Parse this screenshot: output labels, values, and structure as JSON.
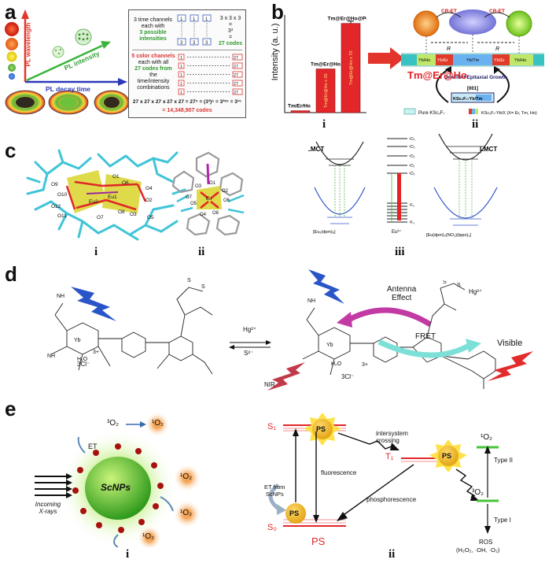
{
  "panel_a": {
    "letter": "a",
    "y_axis": "PL wavelength",
    "x_axis": "PL decay time",
    "intensity_label": "PL intensity",
    "box": {
      "time_line1": "3 time channels",
      "time_line2": "each with",
      "time_line3": "3 possible",
      "time_line4": "intensities",
      "grid_value": "1",
      "grid_value_3": "3",
      "grid_eq1": "3 x 3 x 3",
      "grid_eq2": "=",
      "grid_eq3": "3³",
      "grid_eq4": "=",
      "grid_eq5": "27 codes",
      "color_line1": "5 color channels",
      "color_line2": "each with all",
      "color_line3": "27 codes from",
      "color_line4": "the",
      "color_line5": "time/intensity",
      "color_line6": "combinations",
      "cell_1": "1",
      "cell_27": "27",
      "formula": "27 x 27 x 27 x 27 x 27 = 27⁵ = (3³)⁵ = 3³ˣ⁵ = 3¹⁵",
      "result": "= 14,348,907 codes"
    }
  },
  "panel_b": {
    "letter": "b",
    "y_label": "Intensity (a. u.)",
    "bars": [
      {
        "top_label": "Tm/Er/Ho",
        "inner_label": "",
        "value": 0.02
      },
      {
        "top_label": "Tm@Er@Ho",
        "inner_label": "Tm@Er@Ho x 20",
        "value": 0.47
      },
      {
        "top_label": "Tm@Er@Ho@Pure",
        "inner_label": "Tm@Er@Ho x 70",
        "value": 0.96
      }
    ],
    "sub_i": "i",
    "sub_ii": "ii",
    "product": "Tm@Er@Ho",
    "crystal_top": "CR-ET",
    "crystal_seg1": "Yb/Ho",
    "crystal_seg2": "Yb/Er",
    "crystal_seg3": "Yb/Tm",
    "crystal_seg4": "Yb/Er",
    "crystal_seg5": "Yb/Ho",
    "r_label": "R",
    "growth": "Oriented Epitaxial Growth",
    "direction": "[001]",
    "seed": "KSc₂F₇:Yb/Tm",
    "legend_pure": "Pure KSc₂F₇",
    "legend_doped": "KSc₂F₇:Yb/X (X= Er, Tm, Ho)"
  },
  "panel_c": {
    "letter": "c",
    "sub_i": "i",
    "sub_ii": "ii",
    "sub_iii": "iii",
    "atoms_i": [
      "O9",
      "O10",
      "O12",
      "O11",
      "Eu2",
      "Eu1",
      "O1",
      "O6",
      "O4",
      "O2",
      "O8",
      "O3",
      "O7",
      "O5"
    ],
    "atoms_ii": [
      "O1",
      "O3",
      "O2",
      "O6",
      "O7",
      "O5",
      "O4",
      "O8",
      "Eu"
    ],
    "lmct_left": "LMCT",
    "lmct_right": "LMCT",
    "levels": [
      "⁵D₄",
      "⁵D₃",
      "⁵D₂",
      "⁵D₁",
      "⁵D₀",
      "⁷F₆",
      "⁷F₀"
    ],
    "complex_left": "[Eu₂(dpm)₆]",
    "complex_mid": "Eu³⁺",
    "complex_right": "[Eu(dpm)₃(NO₃)(tppo)₂]"
  },
  "panel_d": {
    "letter": "d",
    "hg_arrow": "Hg²⁺",
    "s_arrow": "S²⁻",
    "antenna": "Antenna",
    "effect": "Effect",
    "fret": "FRET",
    "nir": "NIR",
    "visible": "Visible",
    "hg_right": "Hg²⁺",
    "counter": "3Cl⁻",
    "charge": "3+",
    "metal": "Yb",
    "water": "H₂O"
  },
  "panel_e": {
    "letter": "e",
    "sub_i": "i",
    "sub_ii": "ii",
    "triplet_o2": "³O₂",
    "singlet_o2": "¹O₂",
    "et": "ET",
    "np": "ScNPs",
    "incoming1": "Incoming",
    "incoming2": "X-rays",
    "s1": "S₁",
    "s0": "S₀",
    "t1": "T₁",
    "ps": "PS",
    "isc1": "intersystem",
    "isc2": "crossing",
    "fluor": "fluorescence",
    "phos": "phosphorescence",
    "et_from1": "ET from",
    "et_from2": "ScNPs",
    "type2": "Type II",
    "type1": "Type I",
    "ros": "ROS",
    "ros_list": "(H₂O₂, ·OH, ·O₂)"
  }
}
